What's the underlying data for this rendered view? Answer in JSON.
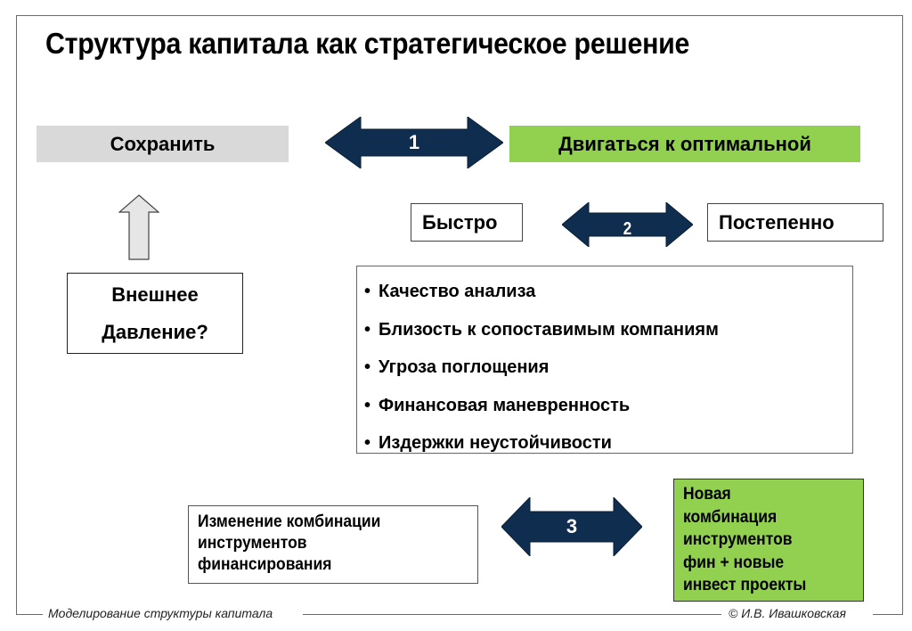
{
  "slide": {
    "title": "Структура капитала как стратегическое решение",
    "colors": {
      "arrow_fill": "#0f2d4e",
      "keep_box": "#d9d9d9",
      "green_box": "#92d050",
      "up_arrow_fill": "#e6e6e6"
    }
  },
  "row1": {
    "left_label": "Сохранить",
    "arrow_number": "1",
    "right_label": "Двигаться к оптимальной"
  },
  "row2": {
    "left_label": "Быстро",
    "arrow_number": "2",
    "right_label": "Постепенно"
  },
  "pressure": {
    "line1": "Внешнее",
    "line2": "Давление?"
  },
  "factors": [
    "Качество анализа",
    "Близость к сопоставимым компаниям",
    "Угроза поглощения",
    "Финансовая маневренность",
    "Издержки неустойчивости"
  ],
  "bullet": "•",
  "row3": {
    "left_lines": [
      "Изменение комбинации",
      "инструментов",
      "финансирования"
    ],
    "arrow_number": "3",
    "right_lines": [
      "Новая",
      "комбинация",
      "инструментов",
      "фин + новые",
      "инвест проекты"
    ]
  },
  "footer": {
    "left": "Моделирование структуры капитала",
    "right": "© И.В. Ивашковская"
  }
}
